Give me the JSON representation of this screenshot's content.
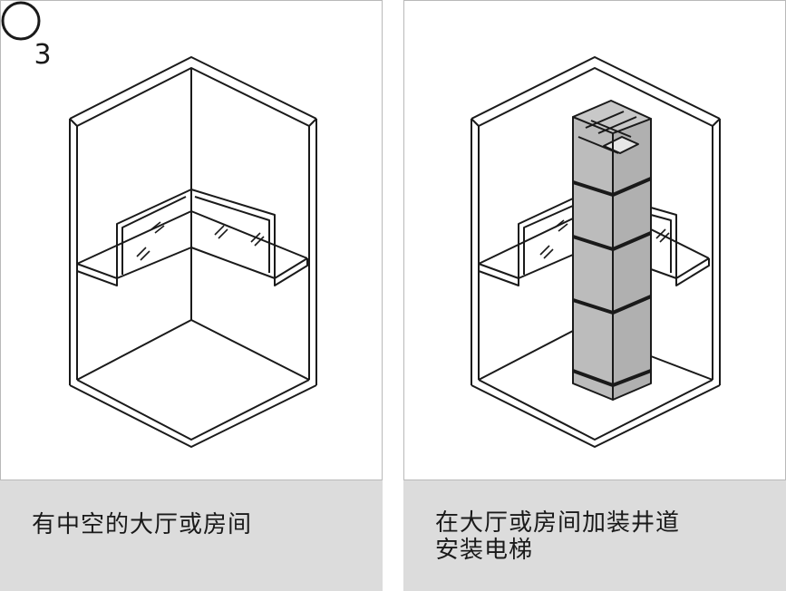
{
  "step": {
    "number": "3"
  },
  "panels": [
    {
      "caption": "有中空的大厅或房间"
    },
    {
      "caption_line1": "在大厅或房间加装井道",
      "caption_line2": "安装电梯"
    }
  ],
  "colors": {
    "line": "#1a1a1a",
    "caption_bg": "#dcdcdc",
    "shaft_fill": "#bcbcbc",
    "frame": "#b9b9b9"
  },
  "icons": [
    "step-number-circle",
    "glass-reflection"
  ]
}
